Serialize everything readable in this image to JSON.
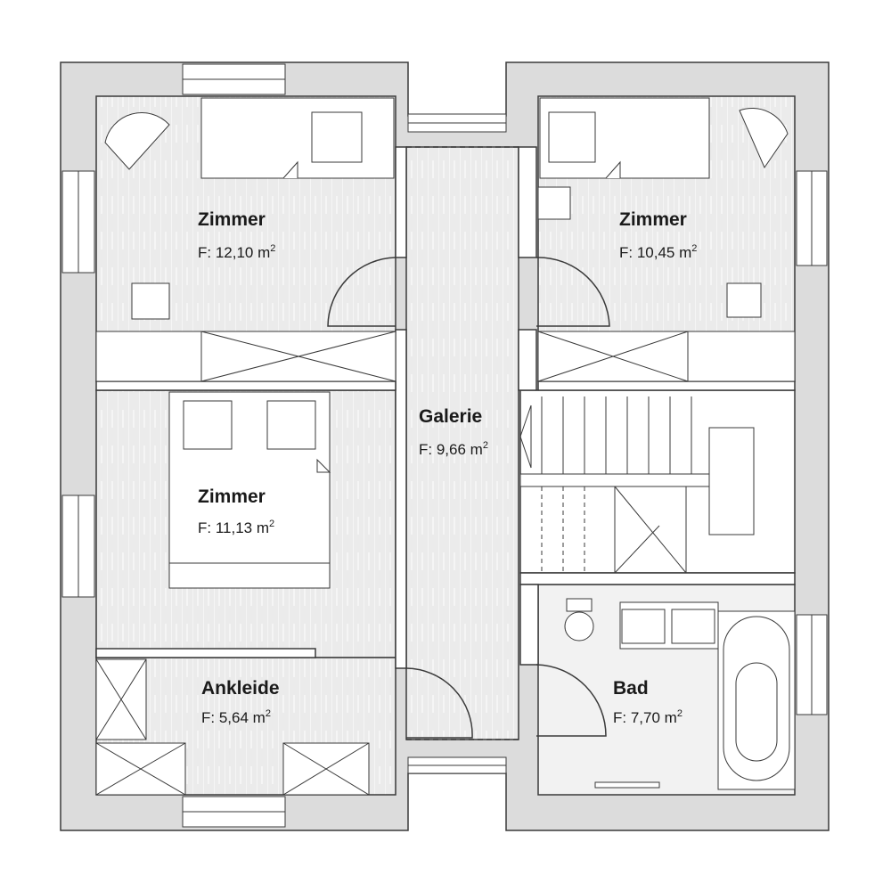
{
  "plan": {
    "rooms": [
      {
        "name": "Zimmer",
        "area_prefix": "F:",
        "area": "12,10",
        "unit": "m",
        "unit_sup": "2"
      },
      {
        "name": "Zimmer",
        "area_prefix": "F:",
        "area": "10,45",
        "unit": "m",
        "unit_sup": "2"
      },
      {
        "name": "Galerie",
        "area_prefix": "F:",
        "area": "9,66",
        "unit": "m",
        "unit_sup": "2"
      },
      {
        "name": "Zimmer",
        "area_prefix": "F:",
        "area": "11,13",
        "unit": "m",
        "unit_sup": "2"
      },
      {
        "name": "Ankleide",
        "area_prefix": "F:",
        "area": "5,64",
        "unit": "m",
        "unit_sup": "2"
      },
      {
        "name": "Bad",
        "area_prefix": "F:",
        "area": "7,70",
        "unit": "m",
        "unit_sup": "2"
      }
    ],
    "colors": {
      "wall": "#dcdcdc",
      "floor": "#ececec",
      "line": "#3a3a3a",
      "furniture": "#ffffff"
    }
  }
}
